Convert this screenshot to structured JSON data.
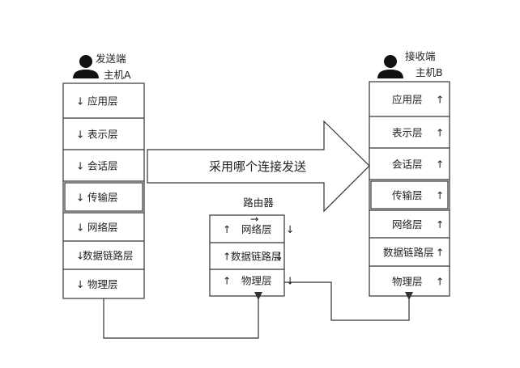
{
  "sender": {
    "title": "发送端",
    "host": "主机A",
    "layers": [
      {
        "name": "应用层",
        "arrow": "↓"
      },
      {
        "name": "表示层",
        "arrow": "↓"
      },
      {
        "name": "会话层",
        "arrow": "↓"
      },
      {
        "name": "传输层",
        "arrow": "↓"
      },
      {
        "name": "网络层",
        "arrow": "↓"
      },
      {
        "name": "数据链路层",
        "arrow": "↓"
      },
      {
        "name": "物理层",
        "arrow": "↓"
      }
    ]
  },
  "receiver": {
    "title": "接收端",
    "host": "主机B",
    "layers": [
      {
        "name": "应用层",
        "arrow": "↑"
      },
      {
        "name": "表示层",
        "arrow": "↑"
      },
      {
        "name": "会话层",
        "arrow": "↑"
      },
      {
        "name": "传输层",
        "arrow": "↑"
      },
      {
        "name": "网络层",
        "arrow": "↑"
      },
      {
        "name": "数据链路层",
        "arrow": "↑"
      },
      {
        "name": "物理层",
        "arrow": "↑"
      }
    ]
  },
  "router": {
    "title": "路由器",
    "layers": [
      {
        "name": "网络层",
        "up": "↑",
        "down": "↓",
        "mark": "→"
      },
      {
        "name": "数据链路层",
        "up": "↑",
        "down": "↓"
      },
      {
        "name": "物理层",
        "up": "↑",
        "down": "↓"
      }
    ]
  },
  "big_arrow": {
    "label": "采用哪个连接发送"
  },
  "colors": {
    "stroke": "#333333",
    "fill": "#ffffff",
    "text": "#222222"
  },
  "icons": {
    "user": "user-silhouette-icon"
  }
}
